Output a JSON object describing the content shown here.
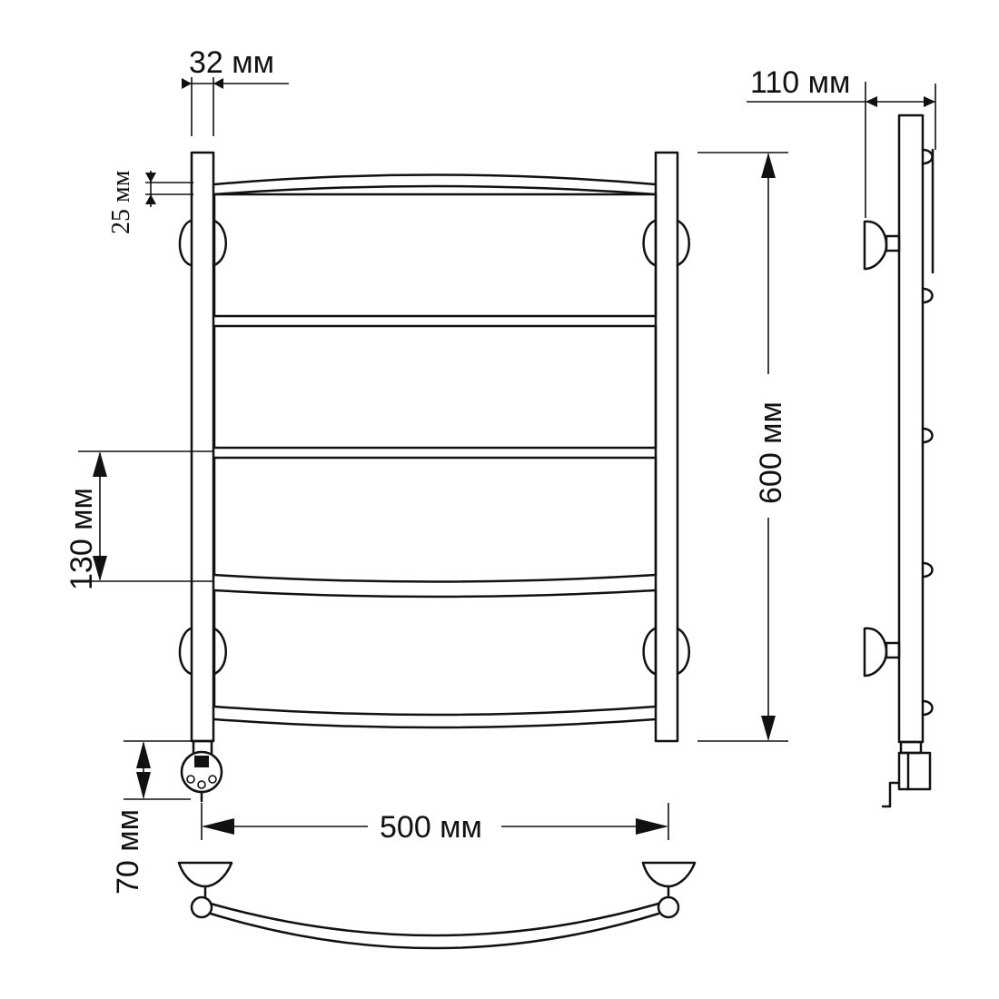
{
  "dimensions": {
    "tube_width": "32 мм",
    "top_offset": "25 мм",
    "wall_offset": "110 мм",
    "total_height": "600 мм",
    "section_height": "130 мм",
    "heater_length": "70 мм",
    "total_width": "500 мм"
  },
  "colors": {
    "line": "#111111",
    "background": "#ffffff"
  }
}
